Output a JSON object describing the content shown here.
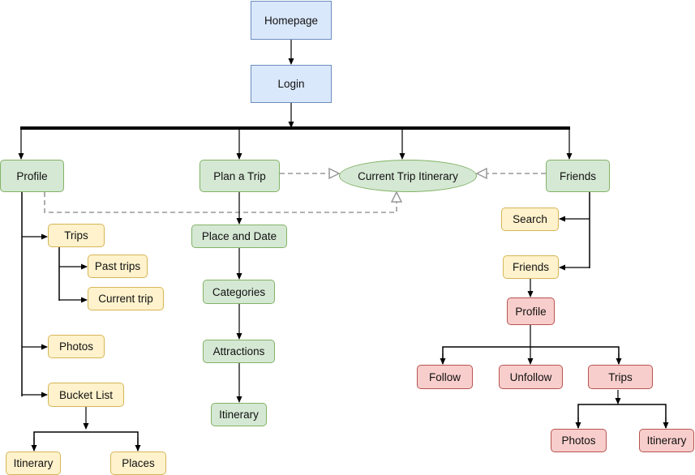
{
  "nodes": {
    "homepage": "Homepage",
    "login": "Login",
    "profile": "Profile",
    "plan_trip": "Plan a Trip",
    "current_itinerary": "Current Trip Itinerary",
    "friends": "Friends",
    "trips": "Trips",
    "past_trips": "Past trips",
    "current_trip": "Current trip",
    "photos": "Photos",
    "bucket_list": "Bucket List",
    "bucket_itinerary": "Itinerary",
    "places": "Places",
    "place_date": "Place and Date",
    "categories": "Categories",
    "attractions": "Attractions",
    "plan_itinerary": "Itinerary",
    "search": "Search",
    "friends_sub": "Friends",
    "friend_profile": "Profile",
    "follow": "Follow",
    "unfollow": "Unfollow",
    "friend_trips": "Trips",
    "friend_photos": "Photos",
    "friend_itinerary": "Itinerary"
  },
  "colors": {
    "blue_fill": "#dae8fc",
    "green_fill": "#d5e8d4",
    "yellow_fill": "#fff2cc",
    "red_fill": "#f8cecc",
    "edge": "#000000",
    "dashed_edge": "#999999"
  }
}
